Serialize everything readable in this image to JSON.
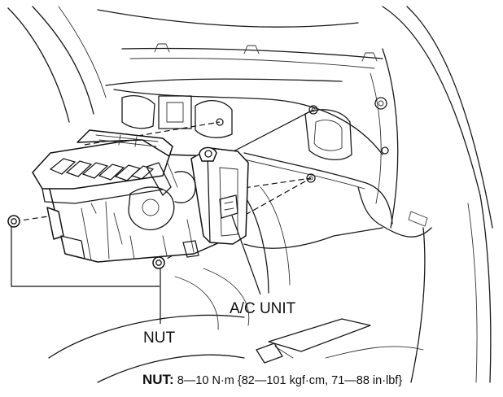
{
  "labels": {
    "ac_unit": "A/C UNIT",
    "nut": "NUT"
  },
  "torque_spec": {
    "key": "NUT:",
    "value": " 8—10 N·m {82—101 kgf·cm, 71—88 in·lbf}"
  }
}
